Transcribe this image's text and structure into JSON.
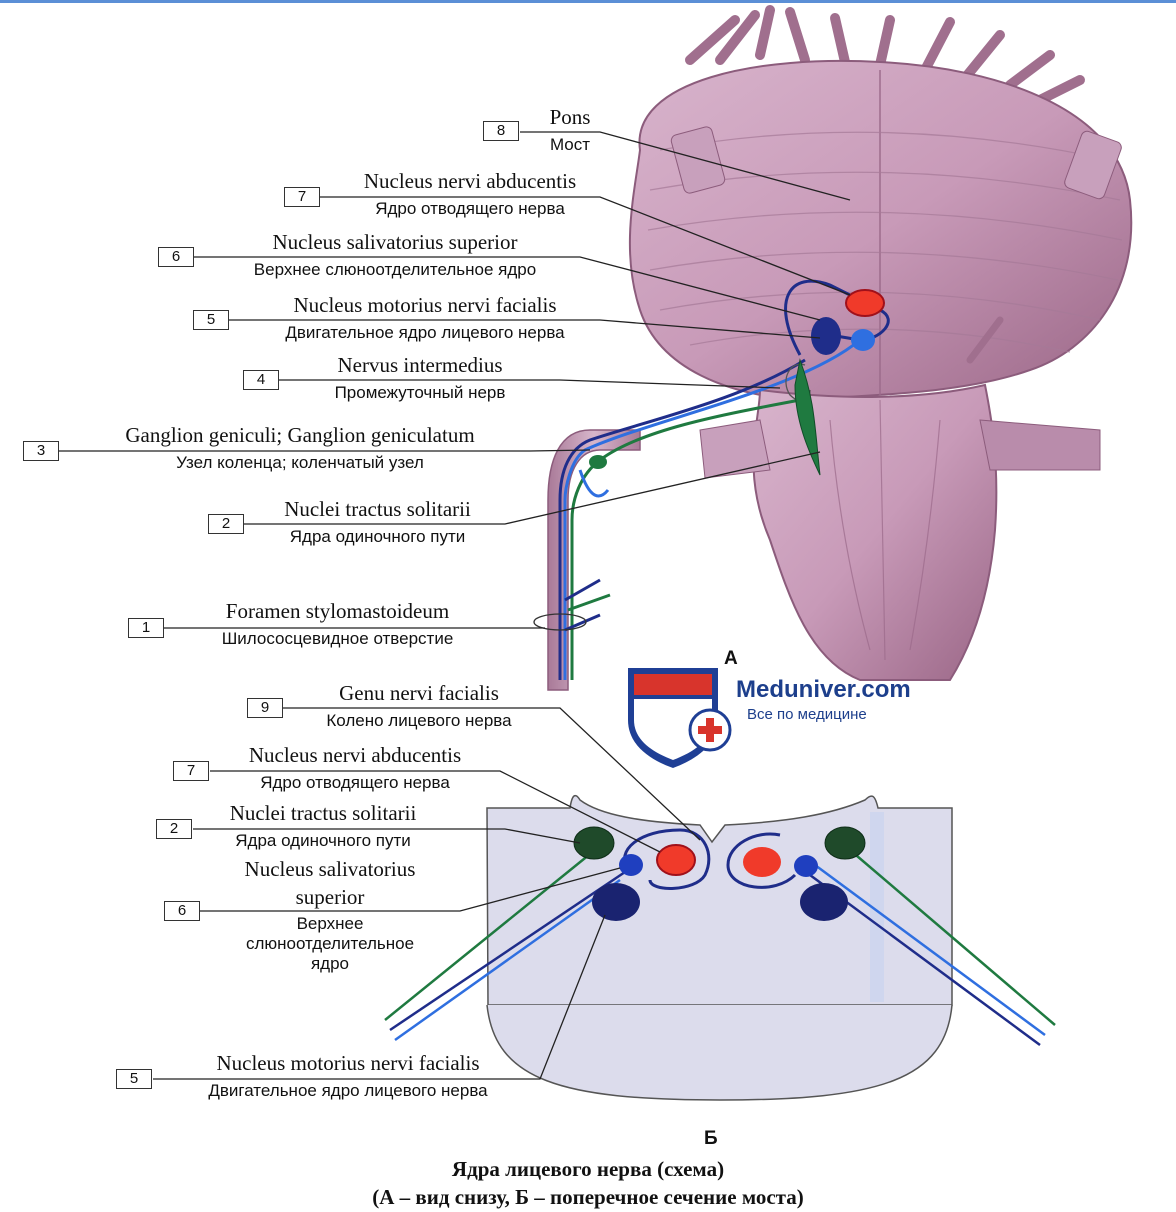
{
  "labels": [
    {
      "num": "8",
      "lat": "Pons",
      "rus": "Мост"
    },
    {
      "num": "7",
      "lat": "Nucleus nervi abducentis",
      "rus": "Ядро отводящего нерва"
    },
    {
      "num": "6",
      "lat": "Nucleus salivatorius superior",
      "rus": "Верхнее слюноотделительное ядро"
    },
    {
      "num": "5",
      "lat": "Nucleus motorius nervi facialis",
      "rus": "Двигательное ядро лицевого нерва"
    },
    {
      "num": "4",
      "lat": "Nervus intermedius",
      "rus": "Промежуточный нерв"
    },
    {
      "num": "3",
      "lat": "Ganglion geniculi; Ganglion geniculatum",
      "rus": "Узел коленца; коленчатый узел"
    },
    {
      "num": "2",
      "lat": "Nuclei tractus solitarii",
      "rus": "Ядра одиночного пути"
    },
    {
      "num": "1",
      "lat": "Foramen stylomastoideum",
      "rus": "Шилососцевидное отверстие"
    },
    {
      "num": "9",
      "lat": "Genu nervi facialis",
      "rus": "Колено лицевого нерва"
    },
    {
      "num": "7",
      "lat": "Nucleus nervi abducentis",
      "rus": "Ядро отводящего нерва"
    },
    {
      "num": "2",
      "lat": "Nuclei tractus solitarii",
      "rus": "Ядра одиночного пути"
    },
    {
      "num": "6",
      "lat_line1": "Nucleus salivatorius",
      "lat_line2": "superior",
      "rus_line1": "Верхнее",
      "rus_line2": "слюноотделительное",
      "rus_line3": "ядро"
    },
    {
      "num": "5",
      "lat": "Nucleus motorius nervi facialis",
      "rus": "Двигательное ядро лицевого нерва"
    }
  ],
  "panel_a": "А",
  "panel_b": "Б",
  "logo": {
    "name": "Meduniver.com",
    "tagline": "Все по медицине"
  },
  "caption": {
    "line1": "Ядра лицевого нерва (схема)",
    "line2": "(А – вид снизу, Б – поперечное сечение моста)"
  },
  "colors": {
    "motor_nucleus": "#1f2d8a",
    "salivatory_nucleus": "#2f6fe0",
    "abducens_nucleus": "#f03a2a",
    "solitary_nucleus": "#1f7a40",
    "brainstem": "#b88aa8",
    "section_bg": "#dcdcec"
  }
}
